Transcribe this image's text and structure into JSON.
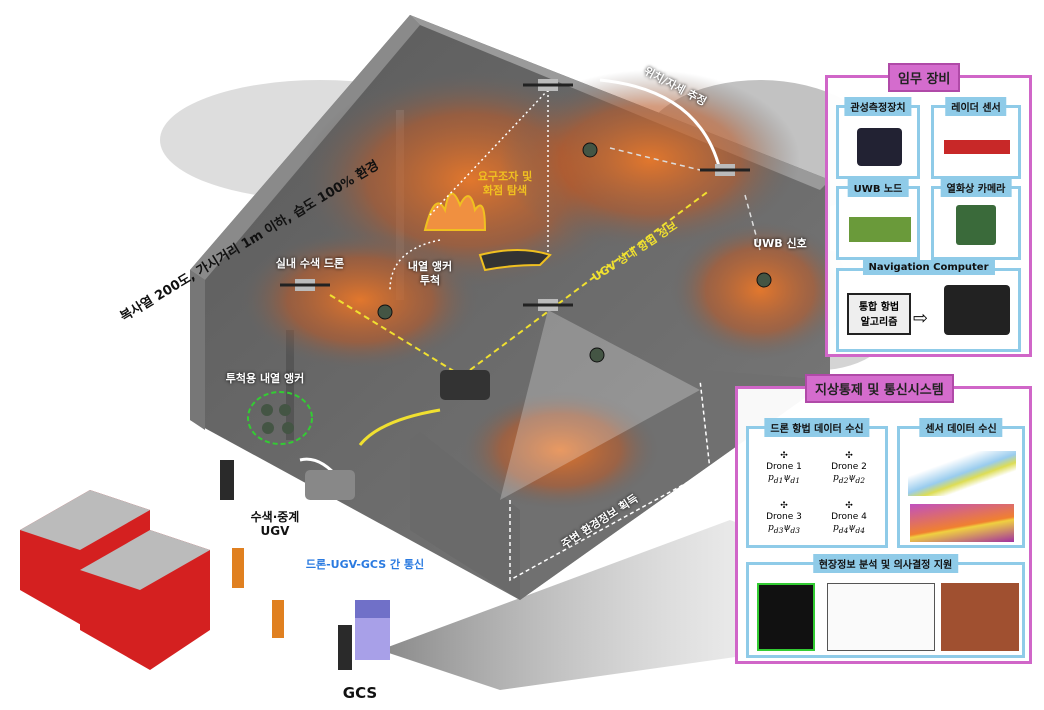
{
  "scene": {
    "environment": "복사열 200도, 가시거리 1m 이하, 습도 100% 환경",
    "indoor_drone": "실내 수색 드론",
    "anchor_throw": "내열 앵커\n투척",
    "victim_search": "요구조자 및\n화점 탐색",
    "pose_estimation": "위치/자세 추정",
    "ugv_nav": "UGV 상대 항법 정보",
    "uwb_signal": "UWB 신호",
    "throw_anchor": "투척용 내열 앵커",
    "ugv": "수색·중계\nUGV",
    "comm": "드론-UGV-GCS 간 통신",
    "gcs": "GCS",
    "env_info": "주변 환경정보 획득"
  },
  "mission_equipment": {
    "title": "임무 장비",
    "items": [
      {
        "label": "관성측정장치",
        "icon": "imu-device"
      },
      {
        "label": "레이더 센서",
        "icon": "radar-board"
      },
      {
        "label": "UWB 노드",
        "icon": "uwb-module"
      },
      {
        "label": "열화상 카메라",
        "icon": "thermal-camera"
      }
    ],
    "nav_computer": {
      "title": "Navigation Computer",
      "algorithm": "통합 항법\n알고리즘"
    }
  },
  "ground_control": {
    "title": "지상통제 및 통신시스템",
    "drone_data": {
      "title": "드론 항법 데이터 수신",
      "drones": [
        {
          "name": "Drone 1",
          "sub": "1"
        },
        {
          "name": "Drone 2",
          "sub": "2"
        },
        {
          "name": "Drone 3",
          "sub": "3"
        },
        {
          "name": "Drone 4",
          "sub": "4"
        }
      ]
    },
    "sensor_data": {
      "title": "센서 데이터 수신"
    },
    "analysis": {
      "title": "현장정보 분석 및 의사결정 지원"
    }
  },
  "colors": {
    "pink": "#d46ccd",
    "blue": "#8fcbe8",
    "fire": "#e07a2a",
    "yellow": "#f0e030",
    "comm_blue": "#2a7ae0"
  }
}
